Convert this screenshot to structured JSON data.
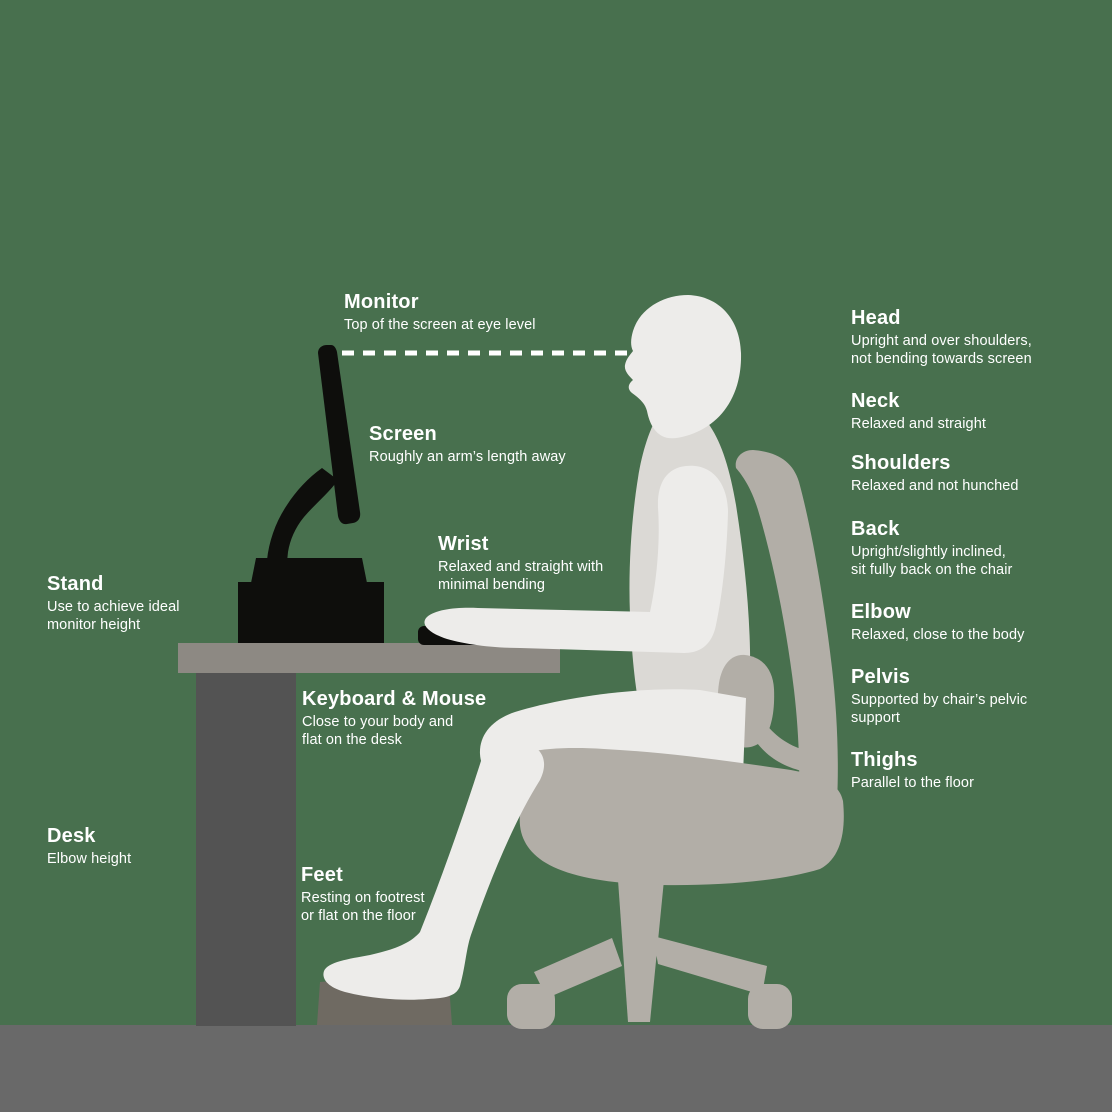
{
  "scene": {
    "background_color": "#48704E",
    "floor_color": "#696969",
    "desk_color": "#8D8983",
    "desk_leg_color": "#535353",
    "footrest_color": "#6F6A62",
    "chair_color": "#B2AEA7",
    "body_color": "#EDECEA",
    "torso_color": "#DBD9D5",
    "monitor_color": "#0E0E0C",
    "text_color": "#FFFFFF"
  },
  "annotations": {
    "left": [
      {
        "id": "monitor",
        "title": "Monitor",
        "desc": "Top of the screen at eye level"
      },
      {
        "id": "screen",
        "title": "Screen",
        "desc": "Roughly an arm’s length away"
      },
      {
        "id": "wrist",
        "title": "Wrist",
        "desc": "Relaxed and straight with\nminimal bending"
      },
      {
        "id": "stand",
        "title": "Stand",
        "desc": "Use to achieve ideal\nmonitor height"
      },
      {
        "id": "keyboard",
        "title": "Keyboard & Mouse",
        "desc": "Close to your body and\nflat on the desk"
      },
      {
        "id": "desk",
        "title": "Desk",
        "desc": "Elbow height"
      },
      {
        "id": "feet",
        "title": "Feet",
        "desc": "Resting on footrest\nor flat on the floor"
      }
    ],
    "right": [
      {
        "id": "head",
        "title": "Head",
        "desc": "Upright and over shoulders,\nnot bending towards screen"
      },
      {
        "id": "neck",
        "title": "Neck",
        "desc": "Relaxed and straight"
      },
      {
        "id": "shoulders",
        "title": "Shoulders",
        "desc": "Relaxed and not hunched"
      },
      {
        "id": "back",
        "title": "Back",
        "desc": "Upright/slightly inclined,\nsit fully back on the chair"
      },
      {
        "id": "elbow",
        "title": "Elbow",
        "desc": "Relaxed, close to the body"
      },
      {
        "id": "pelvis",
        "title": "Pelvis",
        "desc": "Supported by chair’s pelvic\nsupport"
      },
      {
        "id": "thighs",
        "title": "Thighs",
        "desc": "Parallel to the floor"
      }
    ]
  }
}
